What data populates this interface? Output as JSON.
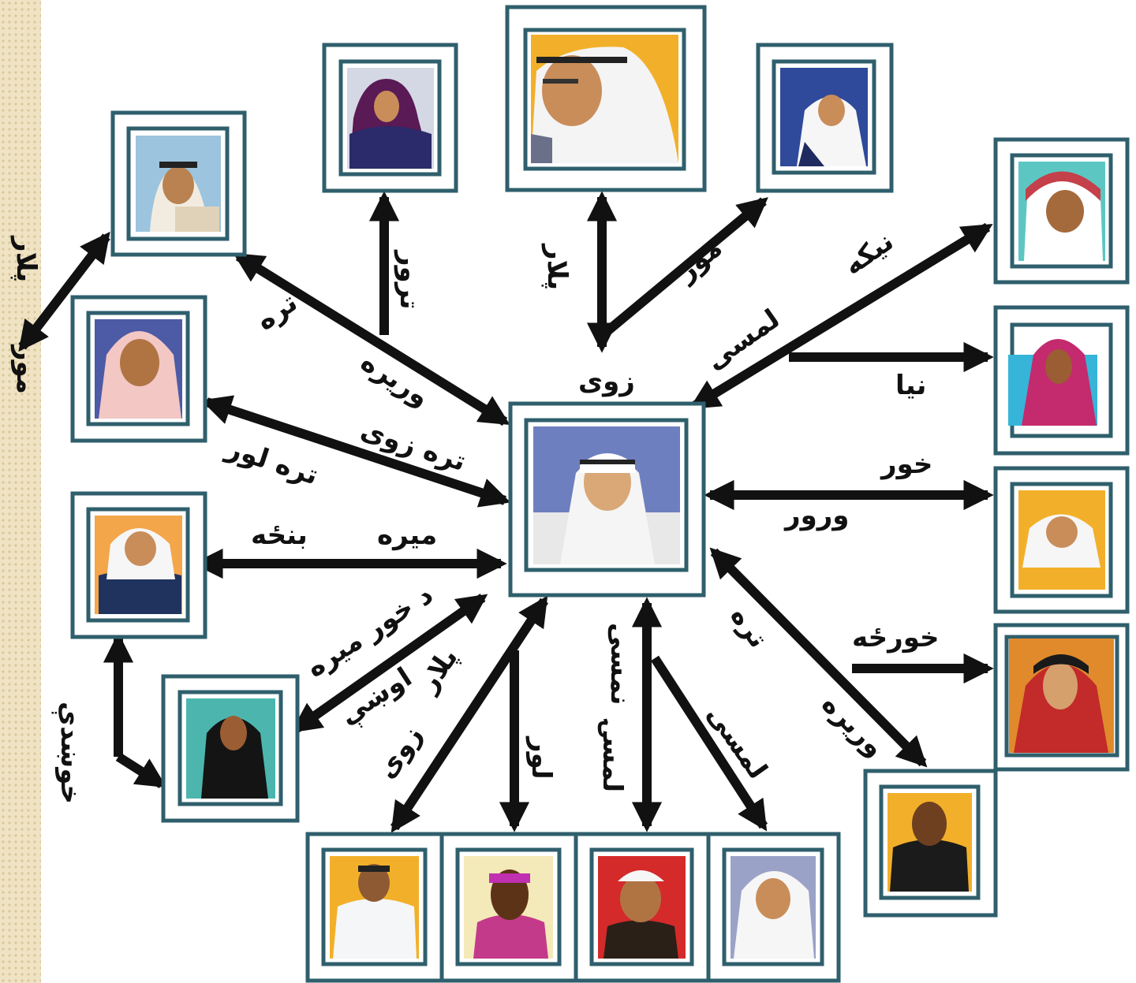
{
  "labels": {
    "plar_left": "پلار",
    "mor_left": "مور",
    "tra": "تره",
    "warera": "وريره",
    "trur": "ترور",
    "plar_top": "پلار",
    "zoy_center": "زوی",
    "mor_top": "مور",
    "nika": "نیکه",
    "lmasi": "لمسی",
    "nya": "نیا",
    "tra_zoy": "تره زوی",
    "tra_lur": "تره لور",
    "khor": "خور",
    "wror": "ورور",
    "mera": "میره",
    "bankha": "بنځه",
    "d_khor_mera": "د خور میره",
    "owsay": "اوښې",
    "plar_bottom": "پلار",
    "zoy_bottom": "زوی",
    "lur_bottom": "لور",
    "nmasay": "نمسی",
    "lmasay": "لمسۍ",
    "lmasi_bottom": "لمسی",
    "tra_right": "تره",
    "wrera": "وریره",
    "khorkha": "خورځه",
    "khwendai": "خوښدې"
  },
  "colors": {
    "frame": "#2f5f6c",
    "arrow": "#111111",
    "background": "#ffffff",
    "strip": "#efe3c4"
  },
  "portraits": [
    "center-man-portrait",
    "top-left-man-portrait",
    "top-woman-purple-portrait",
    "top-old-man-portrait",
    "top-right-woman-portrait",
    "right-red-headdress-man-portrait",
    "left-woman-pink-hijab-portrait",
    "right-woman-red-scarf-portrait",
    "left-woman-white-hijab-portrait",
    "right-woman-white-portrait",
    "left-woman-black-hijab-portrait",
    "right-woman-sari-portrait",
    "right-man-dark-portrait",
    "bottom-doctor-portrait",
    "bottom-woman-headband-portrait",
    "bottom-boy-portrait",
    "bottom-girl-portrait"
  ]
}
